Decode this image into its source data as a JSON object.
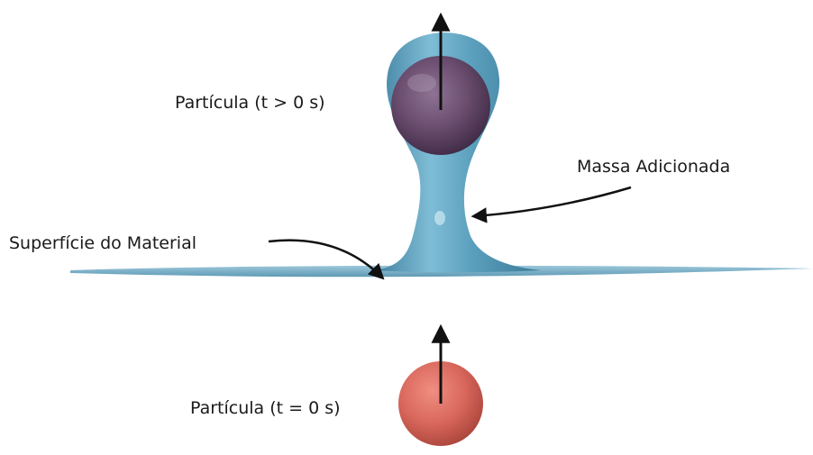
{
  "labels": {
    "particle_top": "Partícula (t > 0 s)",
    "added_mass": "Massa Adicionada",
    "material_surface": "Superfície do Material",
    "particle_bottom": "Partícula (t = 0 s)"
  },
  "colors": {
    "fluid": "#5b9fbe",
    "fluid_dark": "#3f7f9f",
    "particle_top": "#6b4e6e",
    "particle_bottom": "#d9675c",
    "arrow": "#111111"
  }
}
